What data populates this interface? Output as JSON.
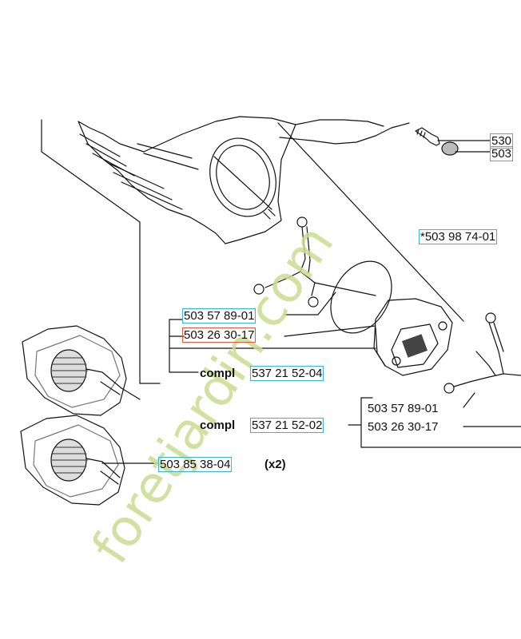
{
  "labels": {
    "top_part_1": "530",
    "top_part_2": "503",
    "right_part": "*503 98 74-01",
    "mid_part_a": "503 57 89-01",
    "mid_part_b": "503 26 30-17",
    "compl_word_1": "compl",
    "compl_part_1": "537 21 52-04",
    "right_group_a": "503 57 89-01",
    "right_group_b": "503 26 30-17",
    "compl_word_2": "compl",
    "compl_part_2": "537 21 52-02",
    "mount_part": "503 85 38-04",
    "mount_qty": "(x2)"
  },
  "watermark": {
    "text": "foretjardin.com",
    "color": "#c9dc8f"
  },
  "colors": {
    "link_box": "#3ab4d9",
    "highlight_box": "#e0593c",
    "line": "#111111"
  }
}
